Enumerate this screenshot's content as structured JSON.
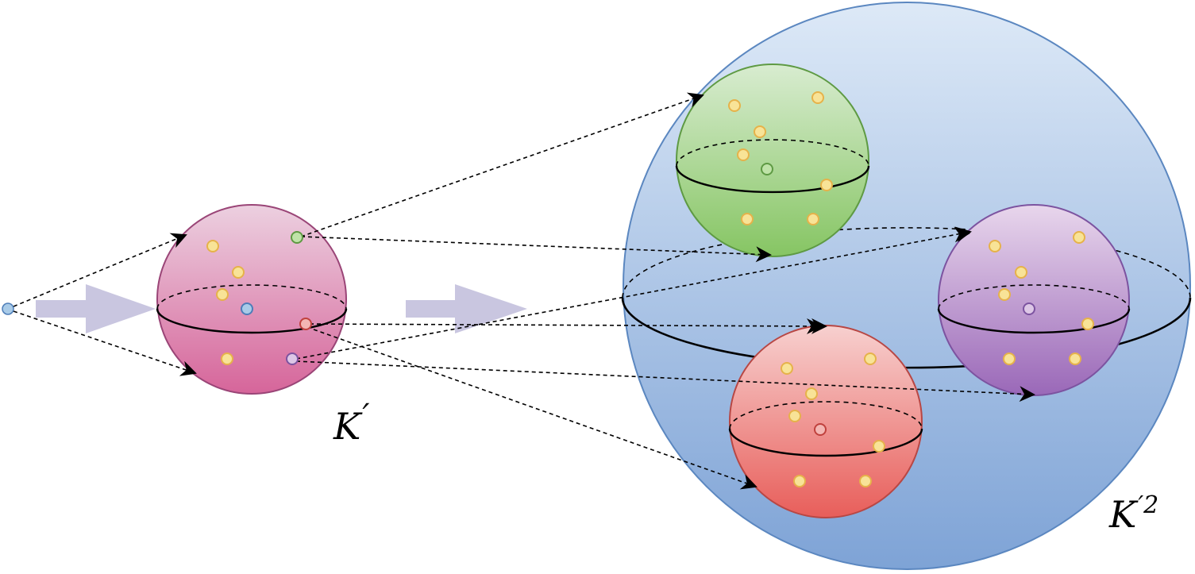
{
  "labels": {
    "k_prime": "K",
    "k_prime_mark": "′",
    "k_prime_sq": "K",
    "k_prime_sq_mark": "′2"
  },
  "colors": {
    "big_sphere": "#7fa7d9",
    "pink_sphere": "#d86c9f",
    "green_sphere": "#8cc96a",
    "purple_sphere": "#a57ac2",
    "red_sphere": "#ea6e6a",
    "yellow_dot": "#f7e08a",
    "block_arrow": "#c9c6e0"
  }
}
